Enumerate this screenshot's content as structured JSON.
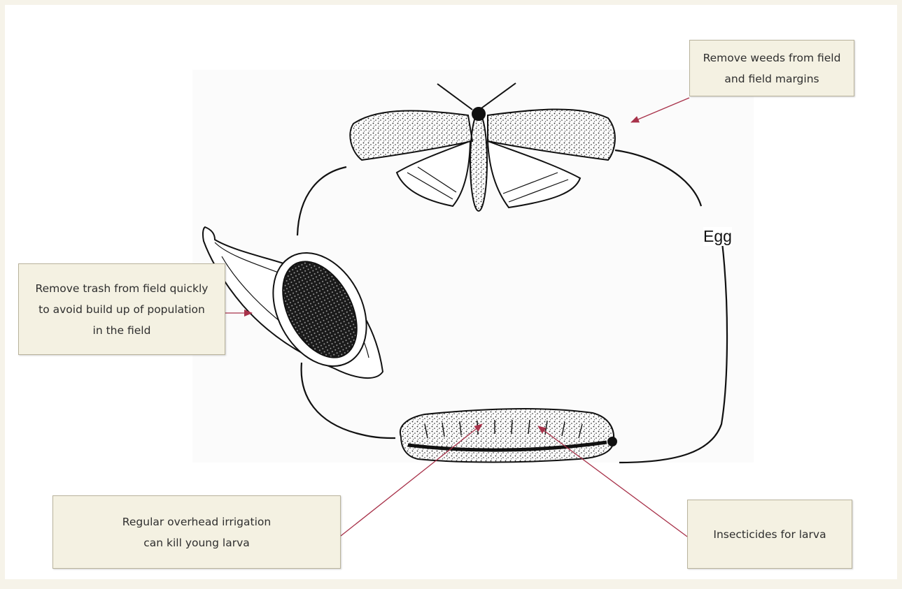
{
  "diagram": {
    "stage_label": "Egg",
    "callouts": {
      "weeds": [
        "Remove weeds from field",
        "and field margins"
      ],
      "trash": [
        "Remove trash from field quickly",
        "to avoid build up of population",
        "in the field"
      ],
      "irrigation": [
        "Regular overhead irrigation",
        "can kill young larva"
      ],
      "insecticides": [
        "Insecticides for larva"
      ]
    },
    "colors": {
      "arrow": "#a8324a",
      "callout_fill": "#f4f1e2",
      "callout_border": "#b9b39c",
      "line_art": "#111111",
      "page_background": "#f6f3e9"
    }
  }
}
